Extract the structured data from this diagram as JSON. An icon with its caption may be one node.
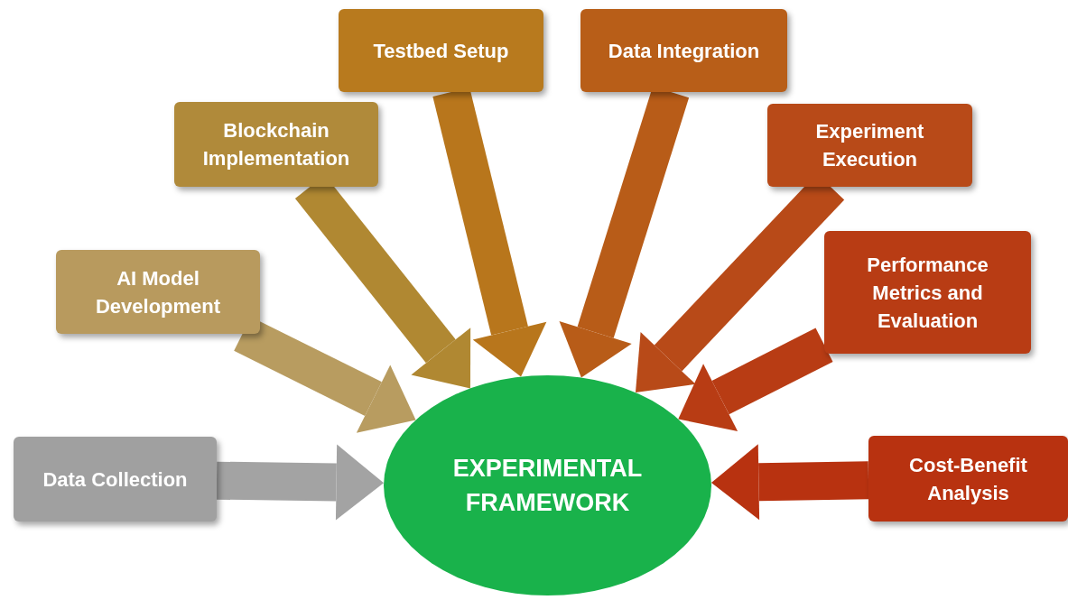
{
  "diagram": {
    "nodes": [
      {
        "text": [
          "EXPERIMENTAL FRAMEWORK"
        ]
      },
      {
        "text": [
          "Data Collection"
        ]
      },
      {
        "text": [
          "AI Model Development"
        ]
      },
      {
        "text": [
          "Blockchain Implementation"
        ]
      },
      {
        "text": [
          "Testbed Setup"
        ]
      },
      {
        "text": [
          "Data Integration"
        ]
      },
      {
        "text": [
          "Experiment Execution"
        ]
      },
      {
        "text": [
          "Performance Metrics and Evaluation"
        ]
      },
      {
        "text": [
          "Cost-Benefit Analysis"
        ]
      }
    ],
    "edges": [
      {
        "from": 1,
        "to": 0,
        "arrow": "to",
        "color": "#a3a3a3"
      },
      {
        "from": 2,
        "to": 0,
        "arrow": "to",
        "color": "#b89c60"
      },
      {
        "from": 3,
        "to": 0,
        "arrow": "to",
        "color": "#b08832"
      },
      {
        "from": 4,
        "to": 0,
        "arrow": "to",
        "color": "#b8761c"
      },
      {
        "from": 5,
        "to": 0,
        "arrow": "to",
        "color": "#b85c18"
      },
      {
        "from": 6,
        "to": 0,
        "arrow": "to",
        "color": "#b84a18"
      },
      {
        "from": 7,
        "to": 0,
        "arrow": "to",
        "color": "#b83c14"
      },
      {
        "from": 8,
        "to": 0,
        "arrow": "to",
        "color": "#b83210"
      }
    ]
  }
}
